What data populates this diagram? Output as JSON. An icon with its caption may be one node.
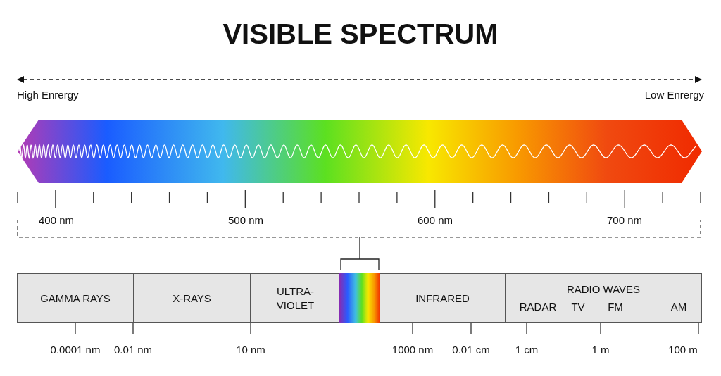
{
  "diagram": {
    "title": "VISIBLE SPECTRUM",
    "nodes": [
      {
        "text": [
          "GAMMA RAYS"
        ]
      },
      {
        "text": [
          "X-RAYS"
        ]
      },
      {
        "text": [
          "ULTRA-VIOLET"
        ]
      },
      {
        "text": [],
        "shape": "box"
      },
      {
        "text": [
          "INFRARED"
        ]
      },
      {
        "text": [
          "RADIO WAVES"
        ]
      }
    ],
    "labels": [
      "High Enrergy",
      "Low Enrergy",
      "400 nm",
      "500 nm",
      "600 nm",
      "700 nm",
      "RADAR",
      "TV",
      "FM",
      "AM",
      "0.0001 nm",
      "0.01 nm",
      "10 nm",
      "1000 nm",
      "0.01 cm",
      "1 cm",
      "1 m",
      "100 m"
    ]
  }
}
